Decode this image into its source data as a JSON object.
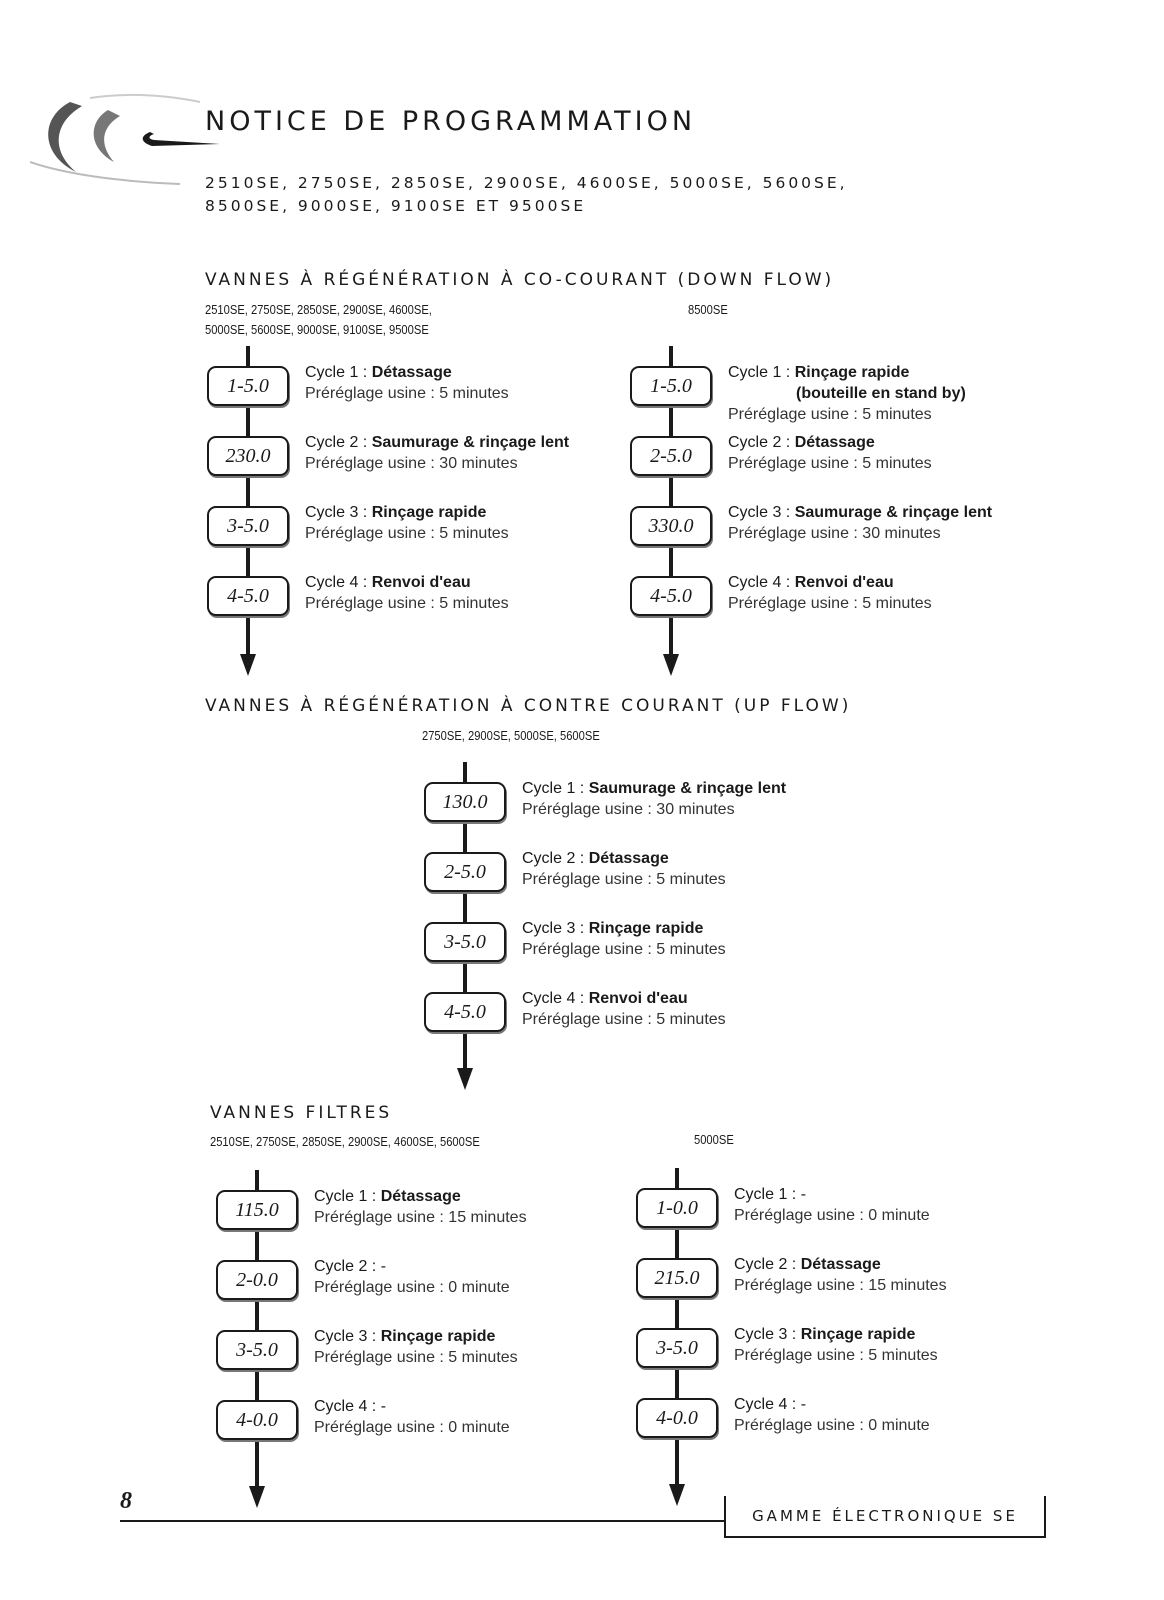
{
  "header": {
    "title": "NOTICE DE PROGRAMMATION",
    "models_line1": "2510SE, 2750SE, 2850SE, 2900SE, 4600SE, 5000SE, 5600SE,",
    "models_line2": "8500SE, 9000SE, 9100SE ET 9500SE"
  },
  "sections": {
    "downflow": {
      "title": "VANNES À RÉGÉNÉRATION À CO-COURANT (DOWN FLOW)",
      "left": {
        "valves_line1": "2510SE, 2750SE, 2850SE, 2900SE, 4600SE,",
        "valves_line2": "5000SE, 5600SE, 9000SE, 9100SE, 9500SE",
        "steps": [
          {
            "code": "1-5.0",
            "prefix": "Cycle 1 : ",
            "name": "Détassage",
            "preset": "Préréglage usine : 5 minutes"
          },
          {
            "code": "230.0",
            "prefix": "Cycle 2 : ",
            "name": "Saumurage & rinçage lent",
            "preset": "Préréglage usine : 30 minutes"
          },
          {
            "code": "3-5.0",
            "prefix": "Cycle 3 : ",
            "name": "Rinçage rapide",
            "preset": "Préréglage usine : 5 minutes"
          },
          {
            "code": "4-5.0",
            "prefix": "Cycle 4 : ",
            "name": "Renvoi d'eau",
            "preset": "Préréglage usine : 5 minutes"
          }
        ]
      },
      "right": {
        "valves_line1": "8500SE",
        "steps": [
          {
            "code": "1-5.0",
            "prefix": "Cycle 1 : ",
            "name": "Rinçage rapide",
            "name_cont": "(bouteille en stand by)",
            "preset": "Préréglage usine : 5 minutes"
          },
          {
            "code": "2-5.0",
            "prefix": "Cycle 2 : ",
            "name": "Détassage",
            "preset": "Préréglage usine : 5 minutes"
          },
          {
            "code": "330.0",
            "prefix": "Cycle 3 : ",
            "name": "Saumurage & rinçage lent",
            "preset": "Préréglage usine : 30 minutes"
          },
          {
            "code": "4-5.0",
            "prefix": "Cycle 4 : ",
            "name": "Renvoi d'eau",
            "preset": "Préréglage usine : 5 minutes"
          }
        ]
      }
    },
    "upflow": {
      "title": "VANNES À RÉGÉNÉRATION À CONTRE COURANT (UP FLOW)",
      "center": {
        "valves_line1": "2750SE, 2900SE, 5000SE, 5600SE",
        "steps": [
          {
            "code": "130.0",
            "prefix": "Cycle 1 : ",
            "name": "Saumurage & rinçage lent",
            "preset": "Préréglage usine : 30 minutes"
          },
          {
            "code": "2-5.0",
            "prefix": "Cycle 2 : ",
            "name": "Détassage",
            "preset": "Préréglage usine : 5 minutes"
          },
          {
            "code": "3-5.0",
            "prefix": "Cycle 3 : ",
            "name": "Rinçage rapide",
            "preset": "Préréglage usine : 5 minutes"
          },
          {
            "code": "4-5.0",
            "prefix": "Cycle 4 : ",
            "name": "Renvoi d'eau",
            "preset": "Préréglage usine : 5 minutes"
          }
        ]
      }
    },
    "filters": {
      "title": "VANNES FILTRES",
      "left": {
        "valves_line1": "2510SE, 2750SE, 2850SE, 2900SE, 4600SE, 5600SE",
        "steps": [
          {
            "code": "115.0",
            "prefix": "Cycle 1 : ",
            "name": "Détassage",
            "preset": "Préréglage usine : 15 minutes"
          },
          {
            "code": "2-0.0",
            "prefix": "Cycle 2 : -",
            "name": "",
            "preset": "Préréglage usine : 0 minute"
          },
          {
            "code": "3-5.0",
            "prefix": "Cycle 3 : ",
            "name": "Rinçage rapide",
            "preset": "Préréglage usine : 5 minutes"
          },
          {
            "code": "4-0.0",
            "prefix": "Cycle 4 : -",
            "name": "",
            "preset": "Préréglage usine : 0 minute"
          }
        ]
      },
      "right": {
        "valves_line1": "5000SE",
        "steps": [
          {
            "code": "1-0.0",
            "prefix": "Cycle 1 : -",
            "name": "",
            "preset": "Préréglage usine : 0 minute"
          },
          {
            "code": "215.0",
            "prefix": "Cycle 2 : ",
            "name": "Détassage",
            "preset": "Préréglage usine : 15 minutes"
          },
          {
            "code": "3-5.0",
            "prefix": "Cycle 3 : ",
            "name": "Rinçage rapide",
            "preset": "Préréglage usine : 5 minutes"
          },
          {
            "code": "4-0.0",
            "prefix": "Cycle 4 : -",
            "name": "",
            "preset": "Préréglage usine : 0 minute"
          }
        ]
      }
    }
  },
  "footer": {
    "page_number": "8",
    "brand": "GAMME ÉLECTRONIQUE SE"
  }
}
